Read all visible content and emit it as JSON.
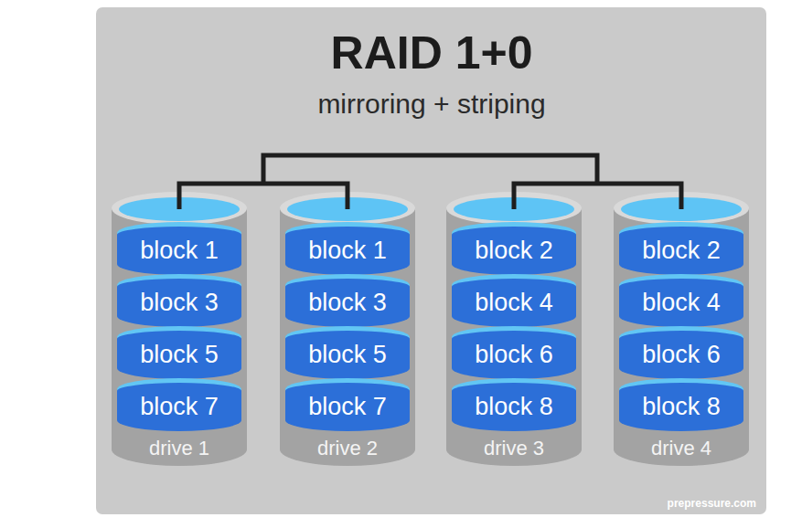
{
  "diagram": {
    "title": "RAID 1+0",
    "nodes": [
      {
        "text": [
          "drive 1"
        ]
      },
      {
        "text": [
          "block 1"
        ],
        "in": 0
      },
      {
        "text": [
          "block 3"
        ],
        "in": 0
      },
      {
        "text": [
          "block 5"
        ],
        "in": 0
      },
      {
        "text": [
          "block 7"
        ],
        "in": 0
      },
      {
        "text": [
          "drive 2"
        ]
      },
      {
        "text": [
          "block 1"
        ],
        "in": 5
      },
      {
        "text": [
          "block 3"
        ],
        "in": 5
      },
      {
        "text": [
          "block 5"
        ],
        "in": 5
      },
      {
        "text": [
          "block 7"
        ],
        "in": 5
      },
      {
        "text": [
          "drive 3"
        ]
      },
      {
        "text": [
          "block 2"
        ],
        "in": 10
      },
      {
        "text": [
          "block 4"
        ],
        "in": 10
      },
      {
        "text": [
          "block 6"
        ],
        "in": 10
      },
      {
        "text": [
          "block 8"
        ],
        "in": 10
      },
      {
        "text": [
          "drive 4"
        ]
      },
      {
        "text": [
          "block 2"
        ],
        "in": 15
      },
      {
        "text": [
          "block 4"
        ],
        "in": 15
      },
      {
        "text": [
          "block 6"
        ],
        "in": 15
      },
      {
        "text": [
          "block 8"
        ],
        "in": 15
      }
    ],
    "labels": [
      "mirroring + striping",
      "prepressure.com"
    ]
  }
}
